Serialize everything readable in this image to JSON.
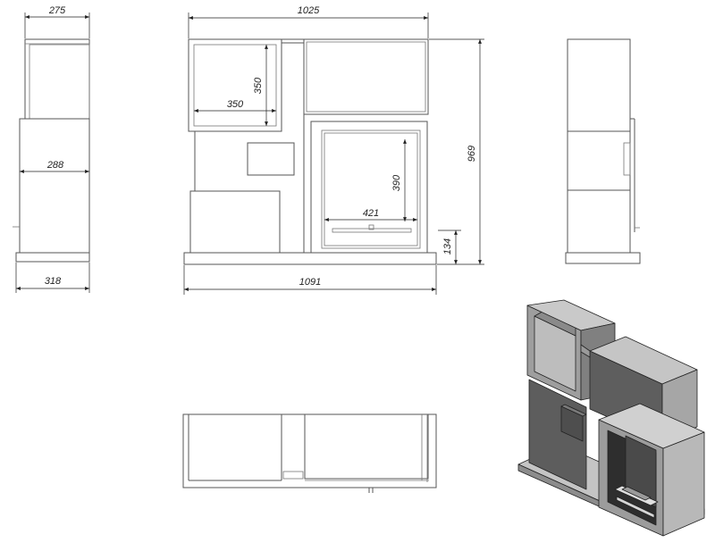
{
  "dimensions": {
    "side_top_width": "275",
    "front_top_width": "1025",
    "open_box_height": "350",
    "open_box_width": "350",
    "side_mid_width": "288",
    "burner_opening_height": "390",
    "burner_opening_width": "421",
    "total_height": "969",
    "plinth_height": "134",
    "side_base_width": "318",
    "front_base_width": "1091"
  },
  "colors": {
    "line": "#555555",
    "dimension": "#222222",
    "iso_dark": "#5b5b5b",
    "iso_mid": "#8a8a8a",
    "iso_light": "#b5b5b5"
  }
}
